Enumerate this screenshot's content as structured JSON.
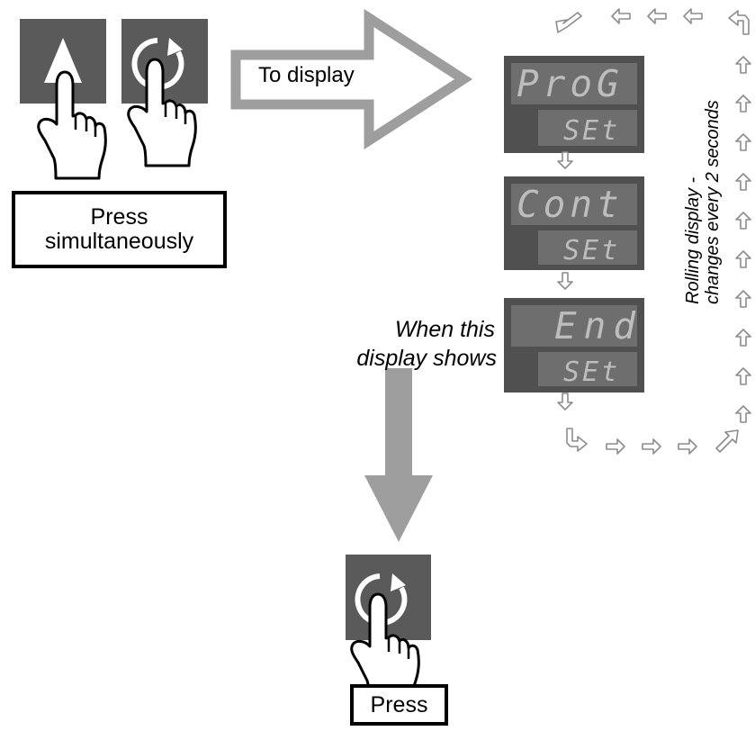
{
  "instructions": {
    "press_simultaneously": "Press simultaneously",
    "to_display": "To display",
    "when_this": "When this",
    "display_shows": "display shows",
    "press": "Press",
    "rolling_line1": "Rolling display -",
    "rolling_line2": "changes every 2 seconds"
  },
  "buttons": {
    "up": "up-arrow-button",
    "cycle": "cycle-button"
  },
  "displays": [
    {
      "top": "ProG",
      "bottom": "SEt"
    },
    {
      "top": "Cont",
      "bottom": "SEt"
    },
    {
      "top": "End",
      "bottom": "SEt"
    }
  ],
  "colors": {
    "button_face": "#5a5a5a",
    "display_body": "#505050",
    "display_window": "#7a7a7a",
    "segment_text": "#bdbdbd",
    "arrow_fill": "#9e9e9e"
  }
}
